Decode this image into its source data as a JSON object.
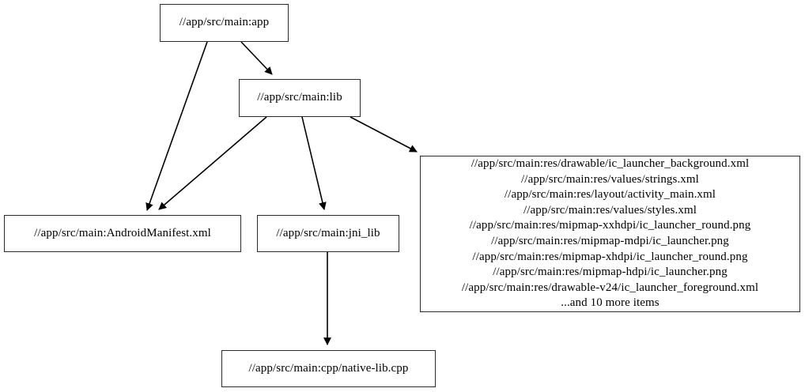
{
  "graph": {
    "type": "directed-dependency-graph",
    "background_color": "#ffffff",
    "node_border_color": "#2b2b2b",
    "node_fill_color": "#ffffff",
    "edge_color": "#000000",
    "nodes": [
      {
        "id": "app",
        "label": "//app/src/main:app"
      },
      {
        "id": "lib",
        "label": "//app/src/main:lib"
      },
      {
        "id": "manifest",
        "label": "//app/src/main:AndroidManifest.xml"
      },
      {
        "id": "jni_lib",
        "label": "//app/src/main:jni_lib"
      },
      {
        "id": "native_lib",
        "label": "//app/src/main:cpp/native-lib.cpp"
      },
      {
        "id": "res",
        "lines": [
          "//app/src/main:res/drawable/ic_launcher_background.xml",
          "//app/src/main:res/values/strings.xml",
          "//app/src/main:res/layout/activity_main.xml",
          "//app/src/main:res/values/styles.xml",
          "//app/src/main:res/mipmap-xxhdpi/ic_launcher_round.png",
          "//app/src/main:res/mipmap-mdpi/ic_launcher.png",
          "//app/src/main:res/mipmap-xhdpi/ic_launcher_round.png",
          "//app/src/main:res/mipmap-hdpi/ic_launcher.png",
          "//app/src/main:res/drawable-v24/ic_launcher_foreground.xml",
          "...and 10 more items"
        ]
      }
    ],
    "edges": [
      {
        "from": "app",
        "to": "manifest"
      },
      {
        "from": "app",
        "to": "lib"
      },
      {
        "from": "lib",
        "to": "manifest"
      },
      {
        "from": "lib",
        "to": "jni_lib"
      },
      {
        "from": "lib",
        "to": "res"
      },
      {
        "from": "jni_lib",
        "to": "native_lib"
      }
    ]
  }
}
